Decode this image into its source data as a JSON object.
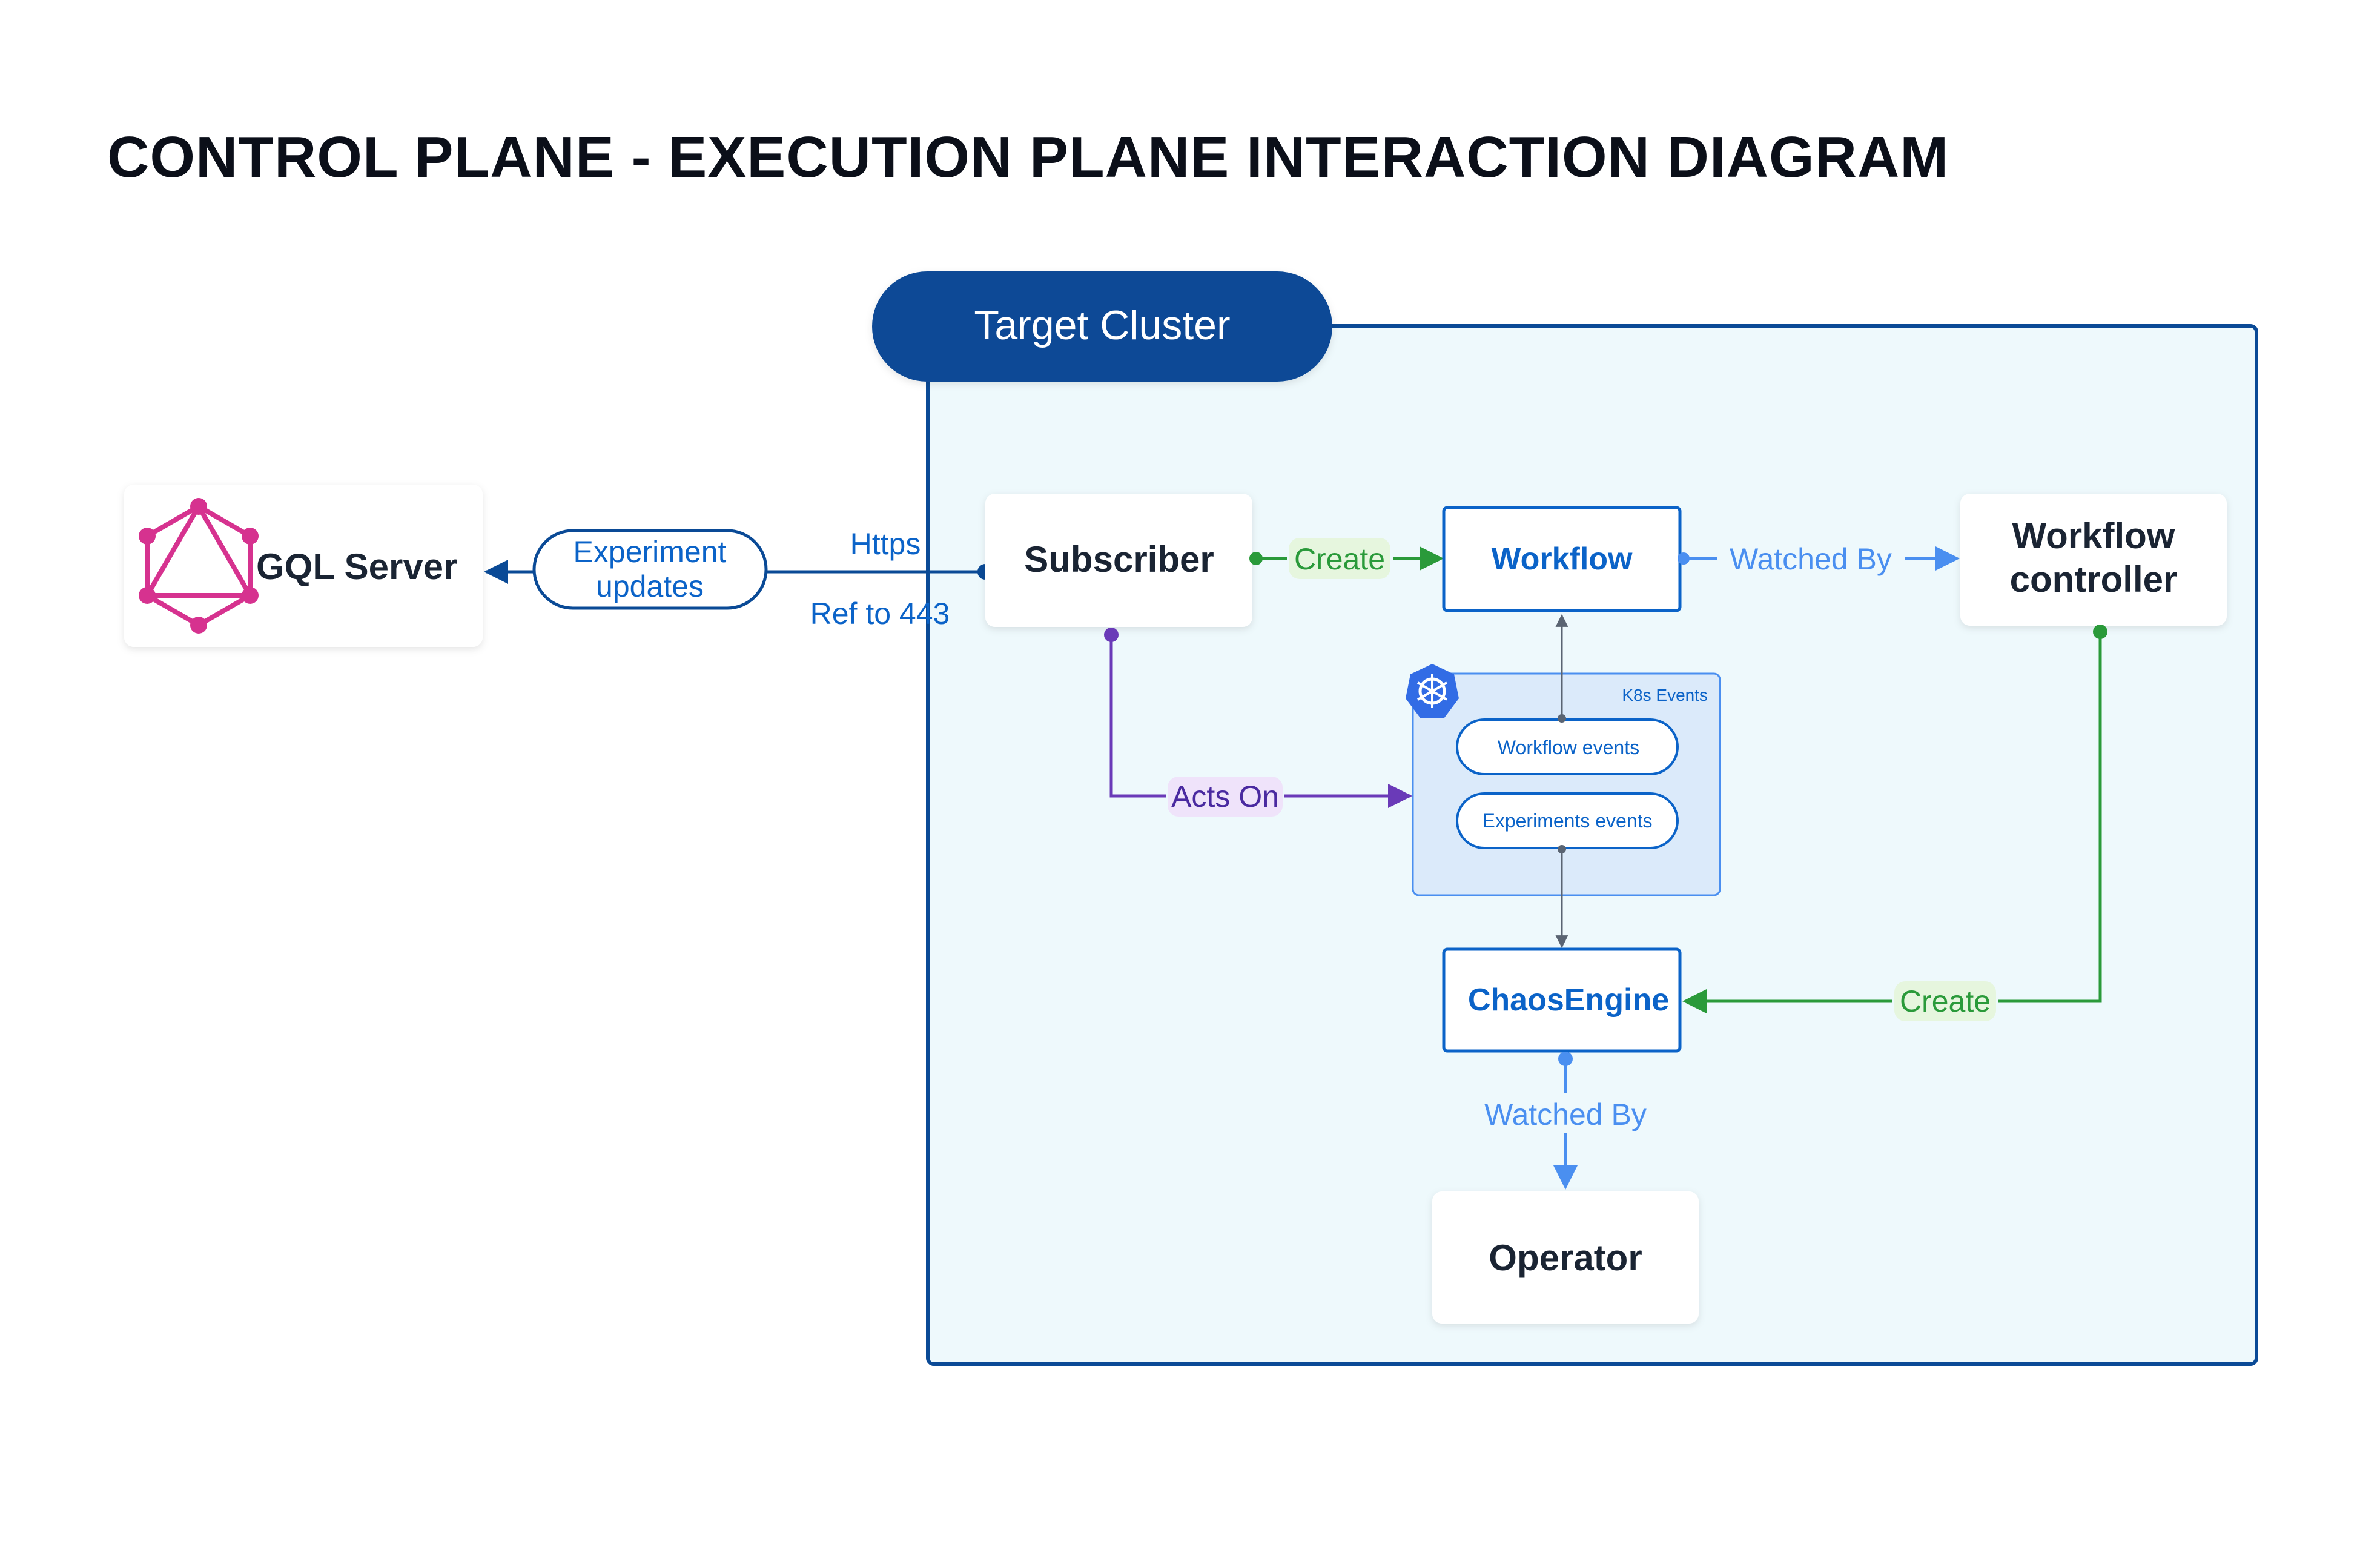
{
  "title": "CONTROL PLANE - EXECUTION PLANE INTERACTION DIAGRAM",
  "cluster": {
    "label": "Target Cluster"
  },
  "nodes": {
    "gql_server": "GQL Server",
    "subscriber": "Subscriber",
    "workflow": "Workflow",
    "workflow_controller": [
      "Workflow",
      "controller"
    ],
    "chaos_engine": "ChaosEngine",
    "operator": "Operator"
  },
  "k8s_events": {
    "label": "K8s Events",
    "items": [
      "Workflow events",
      "Experiments events"
    ]
  },
  "edges": {
    "experiment_updates": [
      "Experiment",
      "updates"
    ],
    "https": "Https",
    "ref": "Ref to 443",
    "create_workflow": "Create",
    "watched_by_controller": "Watched By",
    "acts_on": "Acts On",
    "create_chaos": "Create",
    "watched_by_operator": "Watched By"
  },
  "icons": {
    "gql": "graphql-icon",
    "k8s": "kubernetes-icon"
  },
  "colors": {
    "cluster_header": "#0a4a96",
    "cluster_fill": "#eef9fc",
    "cluster_border": "#0a4a96",
    "blue_text": "#0b63c8",
    "light_blue": "#4a8ff0",
    "green": "#2a9a3a",
    "purple": "#6a3ab8",
    "k8s_fill": "#dbeafa",
    "graphql": "#d6328f"
  }
}
